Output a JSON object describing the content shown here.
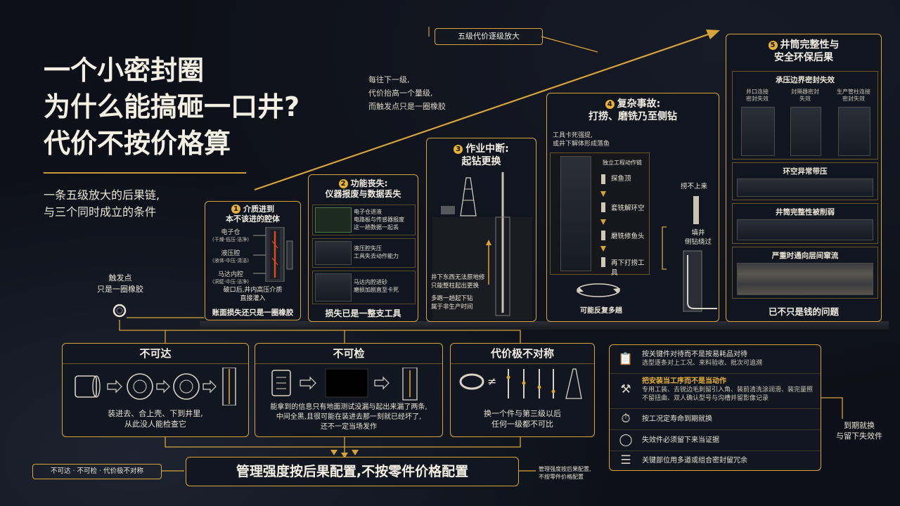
{
  "title": {
    "line1": "一个小密封圈",
    "line2": "为什么能搞砸一口井?",
    "line3": "代价不按价格算"
  },
  "subtitle": {
    "line1": "一条五级放大的后果链,",
    "line2": "与三个同时成立的条件"
  },
  "trend_label": "五级代价逐级放大",
  "trend_note": {
    "line1": "每往下一级,",
    "line2": "代价抬高一个量级,",
    "line3": "而触发点只是一圈橡胶"
  },
  "trigger": {
    "line1": "触发点",
    "line2": "只是一圈橡胶"
  },
  "stage1": {
    "num": "1",
    "title1": "介质进到",
    "title2": "本不该进的腔体",
    "labels": [
      {
        "t": "电子仓",
        "s": "(干燥·低压·洁净)"
      },
      {
        "t": "液压腔",
        "s": "(液体·中压·清洁)"
      },
      {
        "t": "马达内腔",
        "s": "(洞壁·中压·洁净)"
      }
    ],
    "note1": "破口后,井内高压介质",
    "note2": "直接灌入",
    "footer": "账面损失还只是一圈橡胶"
  },
  "stage2": {
    "num": "2",
    "title1": "功能丧失:",
    "title2": "仪器报废与数据丢失",
    "items": [
      {
        "a": "电子仓进液",
        "b": "电路板与传感器报废",
        "c": "这一趟数据一起丢"
      },
      {
        "a": "液压腔失压",
        "b": "工具失去动作能力",
        "c": ""
      },
      {
        "a": "马达内腔进砂",
        "b": "磨损加剧直至卡死",
        "c": ""
      }
    ],
    "footer": "损失已是一整支工具"
  },
  "stage3": {
    "num": "3",
    "title1": "作业中断:",
    "title2": "起钻更换",
    "note1": "井下东西无法原地修",
    "note2": "只能整柱起出更换",
    "note3": "多跑一趟起下钻",
    "note4": "属于非生产时间"
  },
  "stage4": {
    "num": "4",
    "title1": "复杂事故:",
    "title2": "打捞、磨铣乃至侧钻",
    "note1": "工具卡死强提,",
    "note2": "或井下解体形成落鱼",
    "chain_title": "独立工程动作链",
    "chain": [
      "探鱼顶",
      "套铣解环空",
      "磨铣修鱼头",
      "再下打捞工具"
    ],
    "right1": "捞不上来",
    "right2": "填井",
    "right3": "侧钻绕过",
    "footer": "可能反复多趟"
  },
  "stage5": {
    "num": "5",
    "title1": "井筒完整性与",
    "title2": "安全环保后果",
    "sub1": "承压边界密封失效",
    "cols": [
      {
        "a": "井口连接",
        "b": "密封失效"
      },
      {
        "a": "封隔器密封",
        "b": "失效"
      },
      {
        "a": "生产管柱连接",
        "b": "密封失效"
      }
    ],
    "sub2": "环空异常带压",
    "sub3": "井筒完整性被削弱",
    "sub4": "严重时通向层间窜流",
    "footer": "已不只是钱的问题"
  },
  "cond1": {
    "title": "不可达",
    "line1": "装进去、合上壳、下到井里,",
    "line2": "从此没人能检查它"
  },
  "cond2": {
    "title": "不可检",
    "line1": "能拿到的信息只有地面测试没漏与起出来漏了两条,",
    "line2": "中间全黑,且很可能在装进去那一刻就已经坏了,",
    "line3": "还不一定当场发作"
  },
  "cond3": {
    "title": "代价极不对称",
    "neq": "≠",
    "line1": "换一个件与第三级以后",
    "line2": "任何一级都不可比"
  },
  "bottom": {
    "main": "管理强度按后果配置,不按零件价格配置",
    "left_tag": "不可达 · 不可检 · 代价极不对称",
    "right_tag1": "管理强度按后果配置,",
    "right_tag2": "不按零件价格配置"
  },
  "measures": [
    {
      "t": "按关键件对待而不是按易耗品对待",
      "s": "选型逐条对上工况、来料验收、批次可追溯",
      "bold": false
    },
    {
      "t": "把安装当工序而不是当动作",
      "s": "专用工装、去锐边毛刺留引入角、装前清洗涂润滑、装完量照不留扭曲、双人确认型号与沟槽并留影像记录",
      "bold": true
    },
    {
      "t": "按工况定寿命到期就换",
      "s": "",
      "bold": false
    },
    {
      "t": "失效件必须留下来当证据",
      "s": "",
      "bold": false
    },
    {
      "t": "关键部位用多道或组合密封留冗余",
      "s": "",
      "bold": false
    }
  ],
  "side_note": {
    "line1": "到期就换",
    "line2": "与留下失效件"
  },
  "colors": {
    "accent": "#e8b23a",
    "panel_border": "#d7a43a",
    "background": "#0d1018"
  }
}
